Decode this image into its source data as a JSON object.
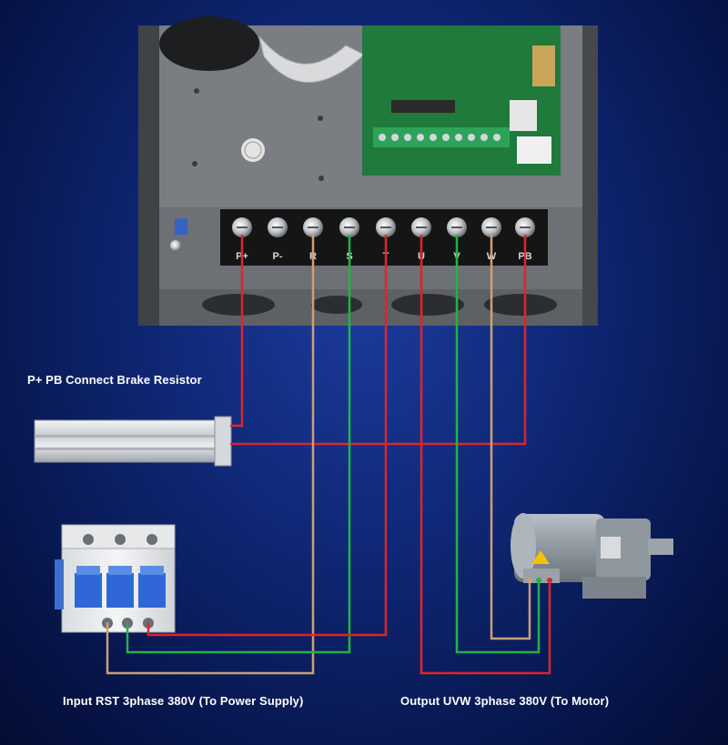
{
  "captions": {
    "brake": "P+ PB Connect Brake Resistor",
    "input": "Input RST 3phase 380V (To Power Supply)",
    "output": "Output UVW 3phase 380V (To Motor)"
  },
  "terminals": [
    "P+",
    "P-",
    "R",
    "S",
    "T",
    "U",
    "V",
    "W",
    "PB"
  ],
  "colors": {
    "wire_red": "#e0242a",
    "wire_green": "#23b24a",
    "wire_tan": "#caa078",
    "background": "#0e2570",
    "terminal_block": "#151515"
  }
}
